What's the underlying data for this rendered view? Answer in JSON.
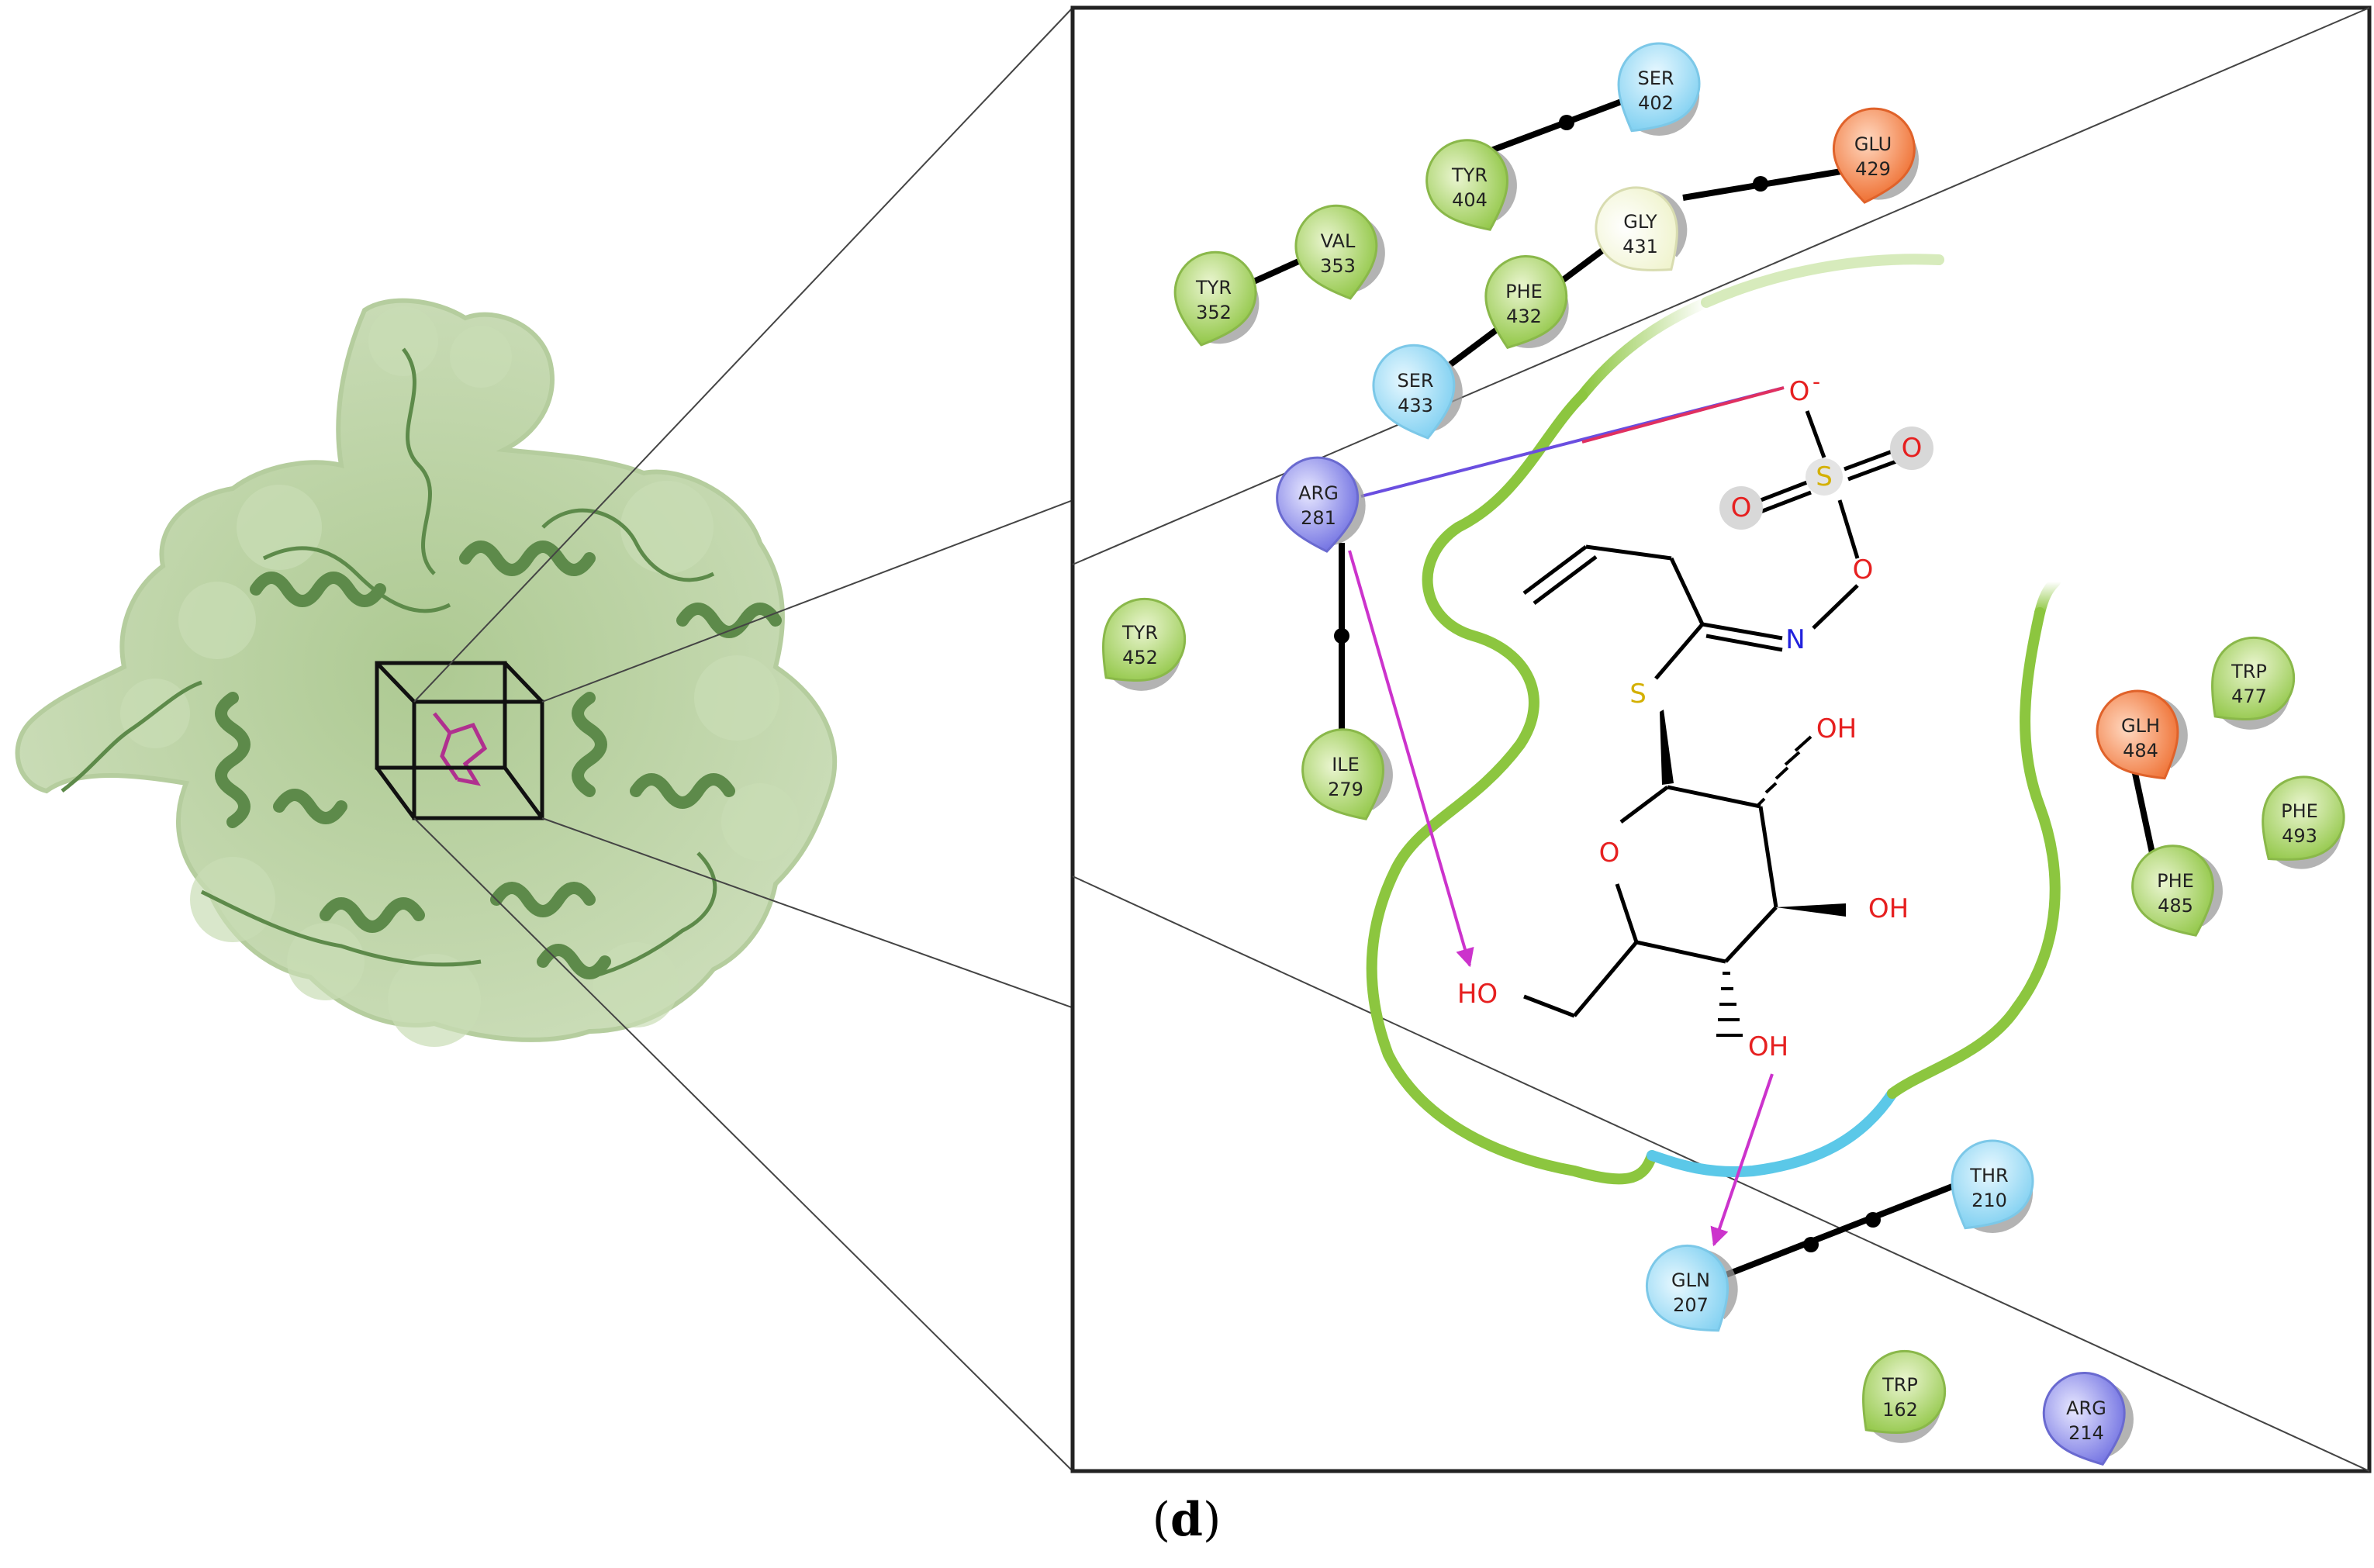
{
  "figure": {
    "panel_label_open": "(",
    "panel_label_letter": "d",
    "panel_label_close": ")"
  },
  "colors": {
    "protein_surface": "#b7cfa0",
    "protein_ribbon": "#5d8a4a",
    "ligand_magenta": "#b0308f",
    "pocket_green": "#8cc63f",
    "pocket_cyan": "#5bc8e8",
    "hydrophobic": "#a8d46a",
    "polar": "#8fd8f5",
    "negative": "#f07a3a",
    "positive": "#8080e8",
    "glycine": "#f2f5d0",
    "hbond": "#cc33cc"
  },
  "residues": [
    {
      "id": "ser402",
      "name": "SER",
      "num": "402",
      "type": "polar"
    },
    {
      "id": "tyr404",
      "name": "TYR",
      "num": "404",
      "type": "hydrophobic"
    },
    {
      "id": "glu429",
      "name": "GLU",
      "num": "429",
      "type": "negative"
    },
    {
      "id": "gly431",
      "name": "GLY",
      "num": "431",
      "type": "glycine"
    },
    {
      "id": "val353",
      "name": "VAL",
      "num": "353",
      "type": "hydrophobic"
    },
    {
      "id": "tyr352",
      "name": "TYR",
      "num": "352",
      "type": "hydrophobic"
    },
    {
      "id": "phe432",
      "name": "PHE",
      "num": "432",
      "type": "hydrophobic"
    },
    {
      "id": "ser433",
      "name": "SER",
      "num": "433",
      "type": "polar"
    },
    {
      "id": "arg281",
      "name": "ARG",
      "num": "281",
      "type": "positive"
    },
    {
      "id": "tyr452",
      "name": "TYR",
      "num": "452",
      "type": "hydrophobic"
    },
    {
      "id": "ile279",
      "name": "ILE",
      "num": "279",
      "type": "hydrophobic"
    },
    {
      "id": "trp477",
      "name": "TRP",
      "num": "477",
      "type": "hydrophobic"
    },
    {
      "id": "glh484",
      "name": "GLH",
      "num": "484",
      "type": "negative"
    },
    {
      "id": "phe493",
      "name": "PHE",
      "num": "493",
      "type": "hydrophobic"
    },
    {
      "id": "phe485",
      "name": "PHE",
      "num": "485",
      "type": "hydrophobic"
    },
    {
      "id": "thr210",
      "name": "THR",
      "num": "210",
      "type": "polar"
    },
    {
      "id": "gln207",
      "name": "GLN",
      "num": "207",
      "type": "polar"
    },
    {
      "id": "trp162",
      "name": "TRP",
      "num": "162",
      "type": "hydrophobic"
    },
    {
      "id": "arg214",
      "name": "ARG",
      "num": "214",
      "type": "positive"
    }
  ],
  "ligand_atoms": {
    "o_minus": "O",
    "o_minus_charge": "-",
    "sulfur_top": "S",
    "o_left": "O",
    "o_right": "O",
    "o_link": "O",
    "nitrogen": "N",
    "sulfur_thio": "S",
    "oh_top": "OH",
    "oh_mid": "OH",
    "oh_bottom": "OH",
    "ring_o": "O",
    "ho_left": "HO"
  }
}
